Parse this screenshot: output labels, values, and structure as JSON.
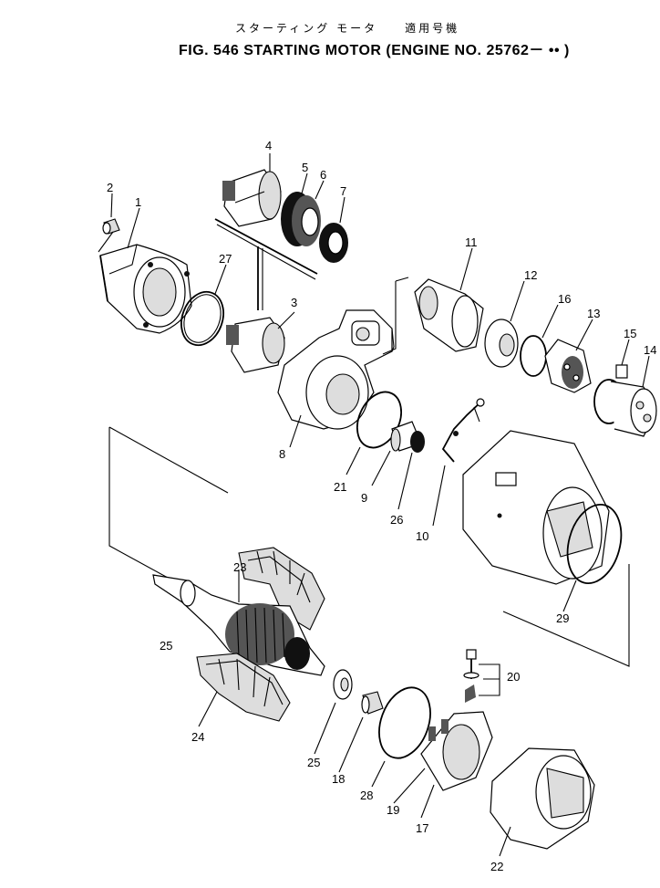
{
  "header": {
    "title_jp": "スターティング モータ　　適用号機",
    "title_en": "FIG. 546  STARTING MOTOR (ENGINE NO. 25762－  ••  )"
  },
  "labels": {
    "p1": "1",
    "p2": "2",
    "p3": "3",
    "p4": "4",
    "p5": "5",
    "p6": "6",
    "p7": "7",
    "p8": "8",
    "p9": "9",
    "p10": "10",
    "p11": "11",
    "p12": "12",
    "p13": "13",
    "p14": "14",
    "p15": "15",
    "p16": "16",
    "p17": "17",
    "p18": "18",
    "p19": "19",
    "p20": "20",
    "p21": "21",
    "p22": "22",
    "p23": "23",
    "p24": "24",
    "p25a": "25",
    "p25b": "25",
    "p26": "26",
    "p27": "27",
    "p28": "28",
    "p29": "29"
  }
}
